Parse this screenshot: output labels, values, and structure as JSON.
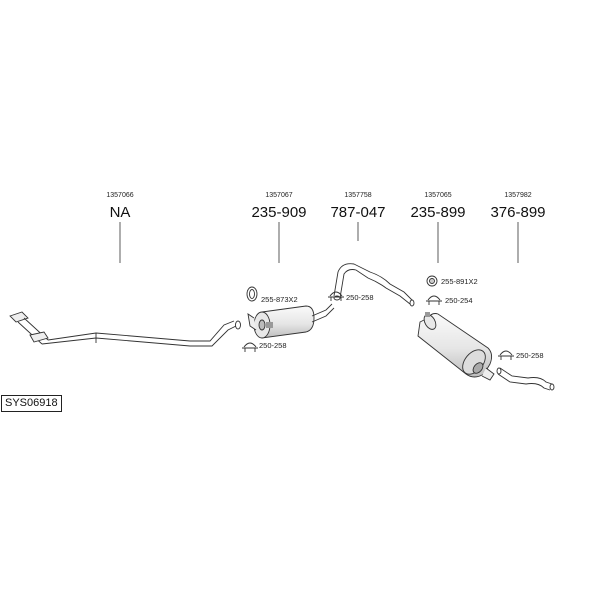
{
  "diagram_code": "SYS06918",
  "columns": [
    {
      "ref": "1357066",
      "part": "NA"
    },
    {
      "ref": "1357067",
      "part": "235-909"
    },
    {
      "ref": "1357758",
      "part": "787-047"
    },
    {
      "ref": "1357065",
      "part": "235-899"
    },
    {
      "ref": "1357982",
      "part": "376-899"
    }
  ],
  "accessories": [
    {
      "label": "255-873X2",
      "icon": "gasket-ring-icon"
    },
    {
      "label": "250-258",
      "icon": "pipe-clamp-icon"
    },
    {
      "label": "250-258",
      "icon": "pipe-clamp-icon"
    },
    {
      "label": "255-891X2",
      "icon": "gasket-ring-icon"
    },
    {
      "label": "250-254",
      "icon": "pipe-clamp-icon"
    },
    {
      "label": "250-258",
      "icon": "pipe-clamp-icon"
    }
  ],
  "colors": {
    "line": "#333333",
    "part_fill": "#f2f2f2",
    "part_shade": "#cfcfcf"
  }
}
